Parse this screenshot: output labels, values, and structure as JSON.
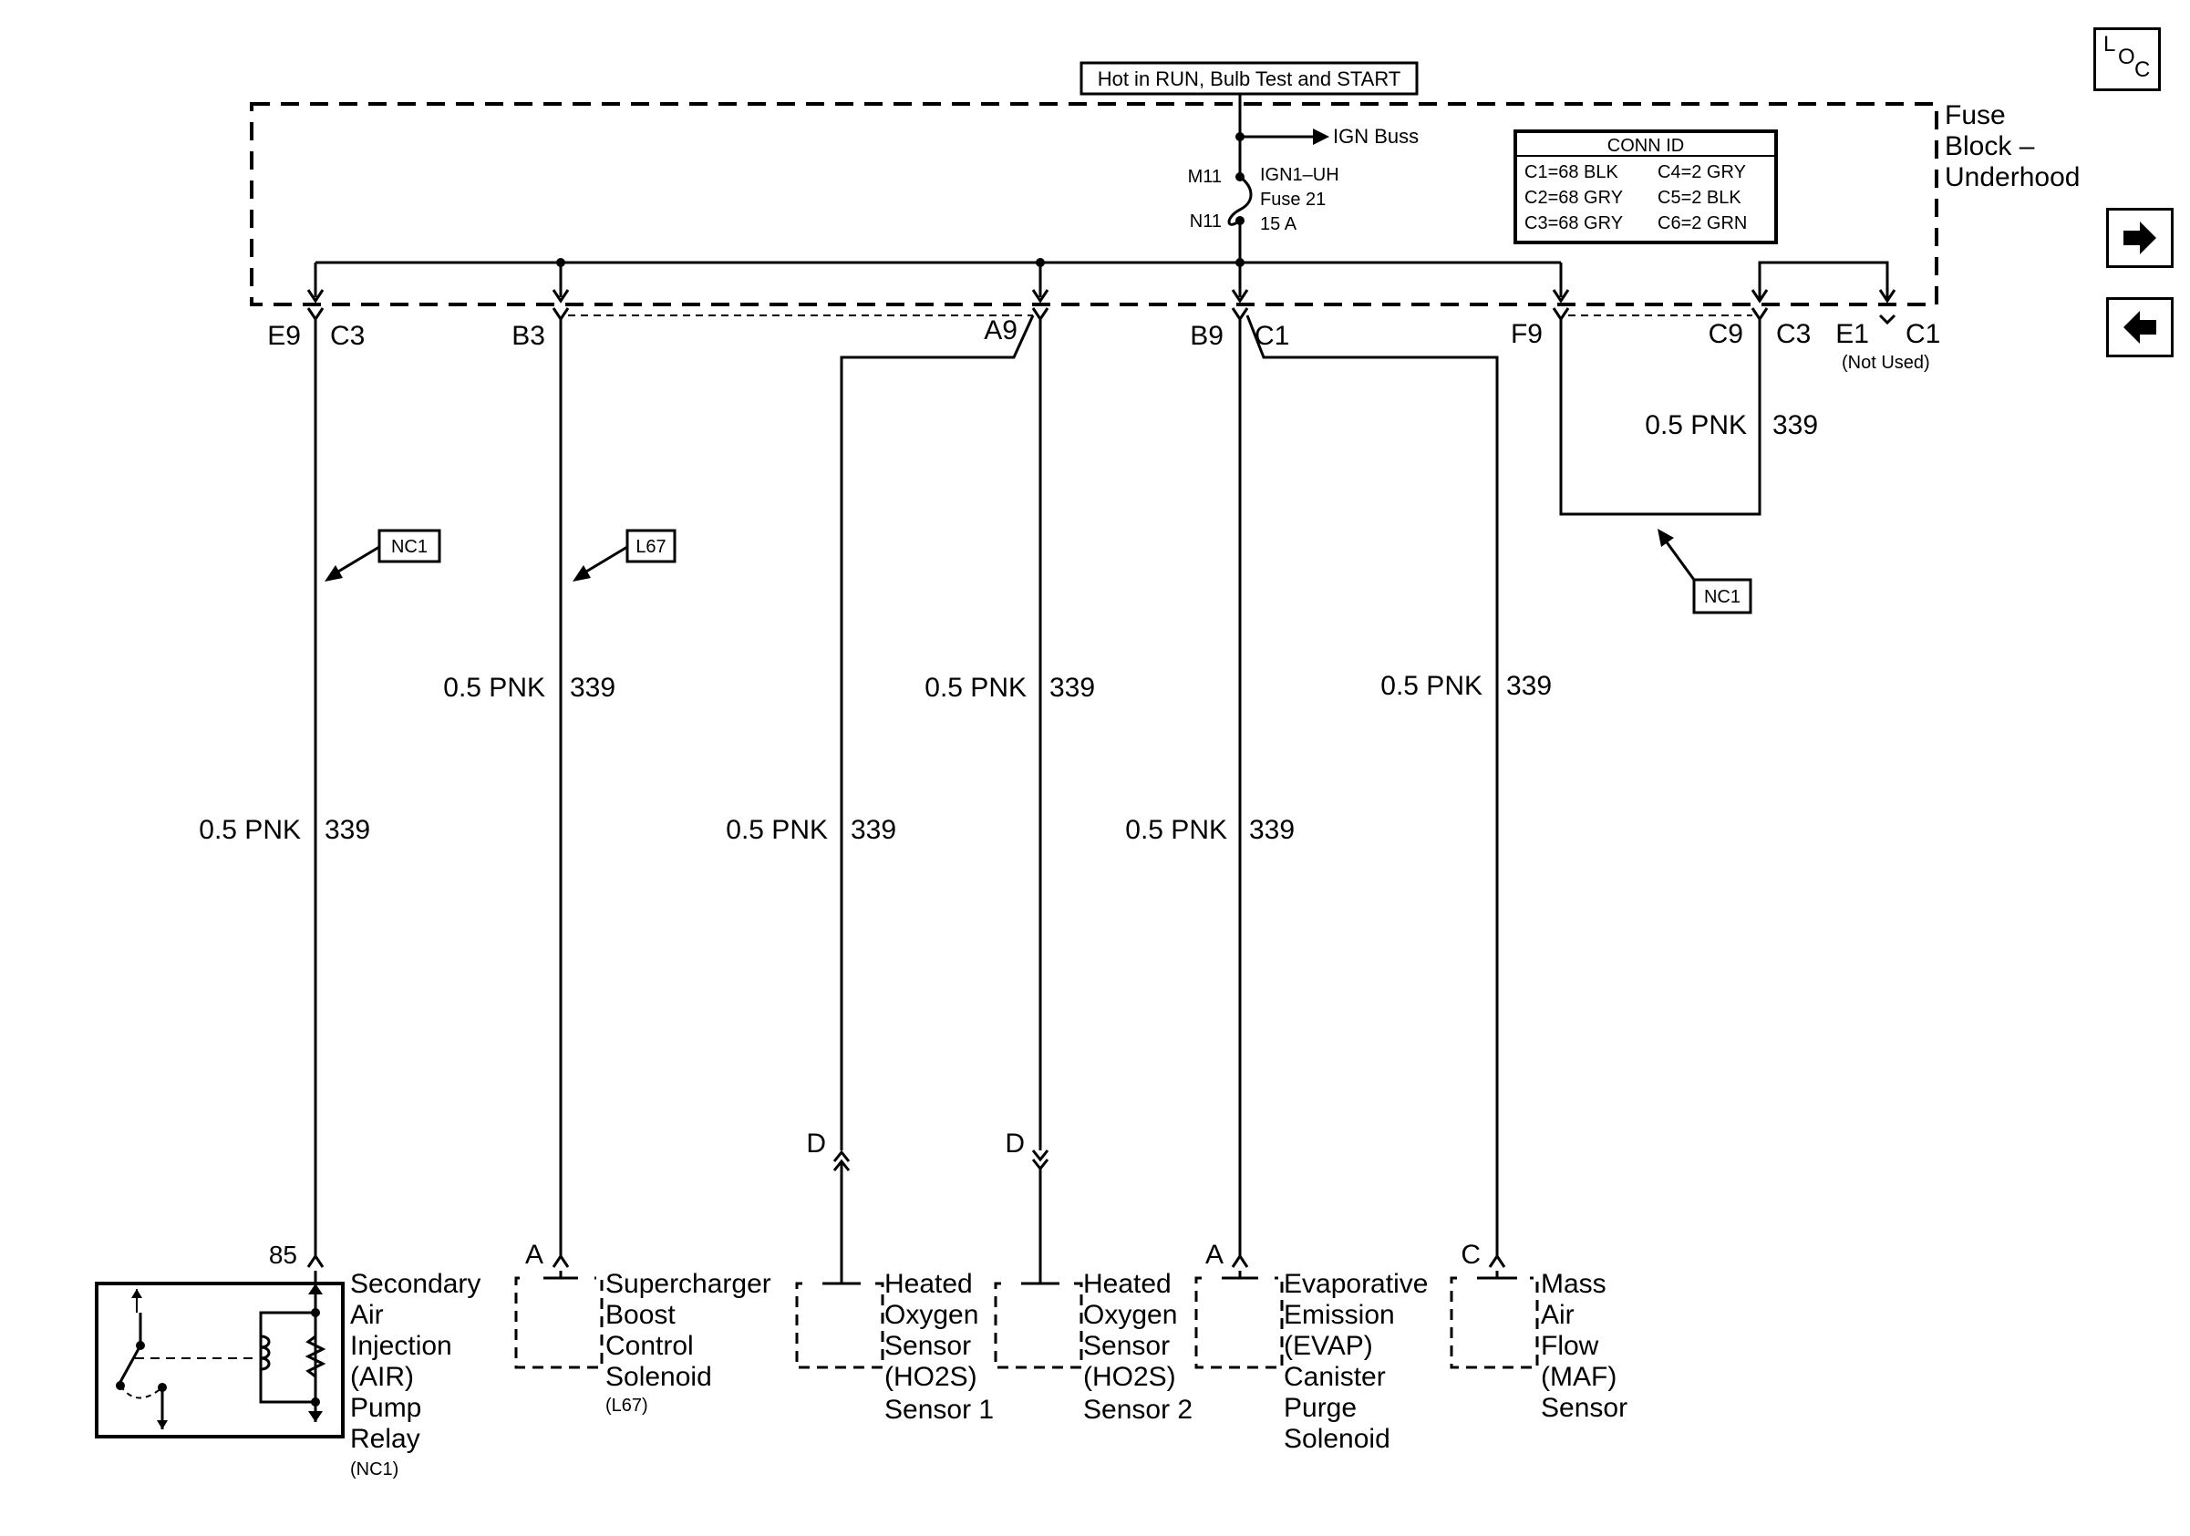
{
  "header_box": "Hot in RUN, Bulb Test and START",
  "fuse_block": {
    "label_lines": [
      "Fuse",
      "Block –",
      "Underhood"
    ],
    "ign_buss": "IGN Buss",
    "m11": "M11",
    "n11": "N11",
    "fuse_lines": [
      "IGN1–UH",
      "Fuse 21",
      "15 A"
    ]
  },
  "conn_id": {
    "title": "CONN ID",
    "rows": [
      [
        "C1=68 BLK",
        "C4=2 GRY"
      ],
      [
        "C2=68 GRY",
        "C5=2 BLK"
      ],
      [
        "C3=68 GRY",
        "C6=2 GRN"
      ]
    ]
  },
  "pins": {
    "e9": "E9",
    "c3_left": "C3",
    "b3": "B3",
    "a9": "A9",
    "b9": "B9",
    "c1_mid": "C1",
    "f9": "F9",
    "c9": "C9",
    "c3_right": "C3",
    "e1": "E1",
    "c1_right": "C1",
    "not_used": "(Not Used)"
  },
  "wires": {
    "gauge_color": "0.5 PNK",
    "circuit": "339"
  },
  "option_tags": {
    "nc1_left": "NC1",
    "l67": "L67",
    "nc1_right": "NC1"
  },
  "component_pins": {
    "air_relay": "85",
    "supercharger": "A",
    "ho2s1": "D",
    "ho2s2": "D",
    "evap": "A",
    "maf": "C"
  },
  "components": {
    "air_relay": [
      "Secondary",
      "Air",
      "Injection",
      "(AIR)",
      "Pump",
      "Relay"
    ],
    "air_relay_option": "(NC1)",
    "supercharger": [
      "Supercharger",
      "Boost",
      "Control",
      "Solenoid"
    ],
    "supercharger_option": "(L67)",
    "ho2s1": [
      "Heated",
      "Oxygen",
      "Sensor",
      "(HO2S)",
      "Sensor 1"
    ],
    "ho2s2": [
      "Heated",
      "Oxygen",
      "Sensor",
      "(HO2S)",
      "Sensor 2"
    ],
    "evap": [
      "Evaporative",
      "Emission",
      "(EVAP)",
      "Canister",
      "Purge",
      "Solenoid"
    ],
    "maf": [
      "Mass",
      "Air",
      "Flow",
      "(MAF)",
      "Sensor"
    ]
  },
  "nav": {
    "loc_l": "L",
    "loc_o": "O",
    "loc_c": "C",
    "next_icon": "arrow-right-icon",
    "prev_icon": "arrow-left-icon"
  }
}
